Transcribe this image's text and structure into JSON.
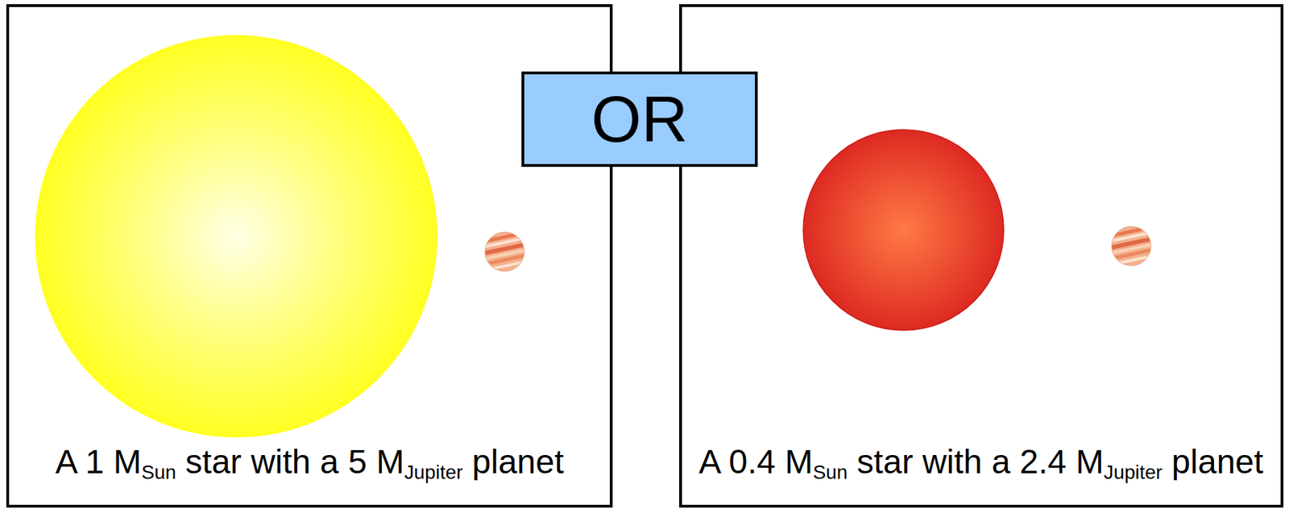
{
  "diagram": {
    "nodes": [
      {
        "text": [
          "A 1 MSun star with a 5 MJupiter planet"
        ]
      },
      {
        "text": [
          "OR"
        ]
      },
      {
        "text": [
          "A 0.4 MSun star with a 2.4 MJupiter planet"
        ]
      }
    ]
  }
}
